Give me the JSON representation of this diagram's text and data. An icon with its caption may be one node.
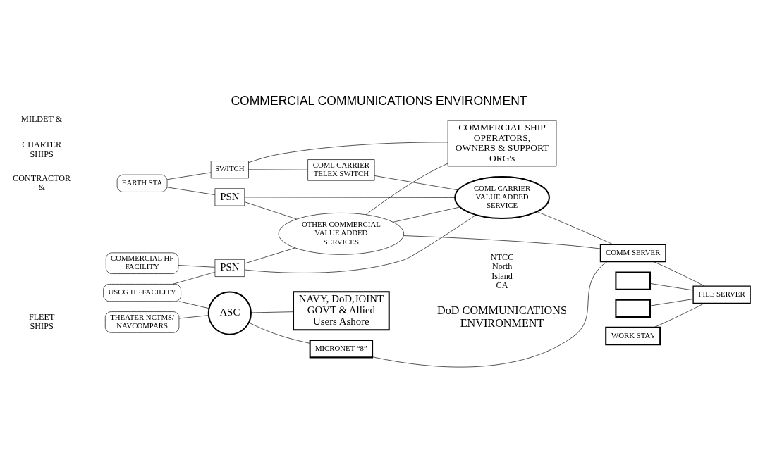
{
  "diagram": {
    "title": "COMMERCIAL COMMUNICATIONS ENVIRONMENT",
    "caption": "DoD COMMUNICATIONS ENVIRONMENT",
    "nodes": [
      {
        "text": [
          "EARTH STA"
        ]
      },
      {
        "text": [
          "SWITCH"
        ]
      },
      {
        "text": [
          "COML CARRIER TELEX SWITCH"
        ]
      },
      {
        "text": [
          "COML CARRIER VALUE ADDED SERVICE"
        ]
      },
      {
        "text": [
          "PSN"
        ]
      },
      {
        "text": [
          "COMMERCIAL HF FACILITY"
        ]
      },
      {
        "text": [
          "PSN"
        ]
      },
      {
        "text": [
          "OTHER COMMERCIAL VALUE ADDED SERVICES"
        ]
      },
      {
        "text": [
          "COMMERCIAL SHIP OPERATORS, OWNERS & SUPPORT ORG's"
        ]
      },
      {
        "text": [
          "USCG HF FACILITY"
        ]
      },
      {
        "text": [
          "ASC"
        ]
      },
      {
        "text": [
          "MICRONET “8”"
        ]
      },
      {
        "text": [
          "COMM SERVER"
        ]
      },
      {
        "text": [
          "THEATER NCTMS/ NAVCOMPARS"
        ]
      },
      {
        "text": [],
        "shape": "box"
      },
      {
        "text": [],
        "shape": "box"
      },
      {
        "text": [
          "WORK STA's"
        ]
      },
      {
        "text": [
          "FILE SERVER"
        ]
      },
      {
        "text": [
          "NAVY, DoD,JOINT GOVT & Allied Users Ashore"
        ]
      }
    ],
    "edges": [
      {
        "from": 0,
        "to": 1,
        "arrow": "none"
      },
      {
        "from": 0,
        "to": 4,
        "arrow": "none"
      },
      {
        "from": 1,
        "to": 2,
        "arrow": "none"
      },
      {
        "from": 1,
        "to": 8,
        "arrow": "none"
      },
      {
        "from": 2,
        "to": 3,
        "arrow": "none"
      },
      {
        "from": 4,
        "to": 3,
        "arrow": "none"
      },
      {
        "from": 4,
        "to": 7,
        "arrow": "none"
      },
      {
        "from": 5,
        "to": 6,
        "arrow": "none"
      },
      {
        "from": 6,
        "to": 3,
        "arrow": "none"
      },
      {
        "from": 6,
        "to": 7,
        "arrow": "none"
      },
      {
        "from": 9,
        "to": 6,
        "arrow": "none"
      },
      {
        "from": 7,
        "to": 3,
        "arrow": "none"
      },
      {
        "from": 7,
        "to": 8,
        "arrow": "none"
      },
      {
        "from": 7,
        "to": 12,
        "arrow": "none"
      },
      {
        "from": 3,
        "to": 12,
        "arrow": "none"
      },
      {
        "from": 9,
        "to": 10,
        "arrow": "none"
      },
      {
        "from": 13,
        "to": 10,
        "arrow": "none"
      },
      {
        "from": 10,
        "to": 11,
        "arrow": "none"
      },
      {
        "from": 10,
        "to": 18,
        "arrow": "none"
      },
      {
        "from": 11,
        "to": 12,
        "arrow": "none"
      },
      {
        "from": 12,
        "to": 17,
        "arrow": "none"
      },
      {
        "from": 14,
        "to": 17,
        "arrow": "none"
      },
      {
        "from": 15,
        "to": 17,
        "arrow": "none"
      },
      {
        "from": 16,
        "to": 17,
        "arrow": "none"
      }
    ],
    "labels": [
      "CONTRACTOR &",
      "CHARTER SHIPS",
      "MILDET &",
      "FLEET SHIPS",
      "NTCC North Island CA"
    ]
  }
}
